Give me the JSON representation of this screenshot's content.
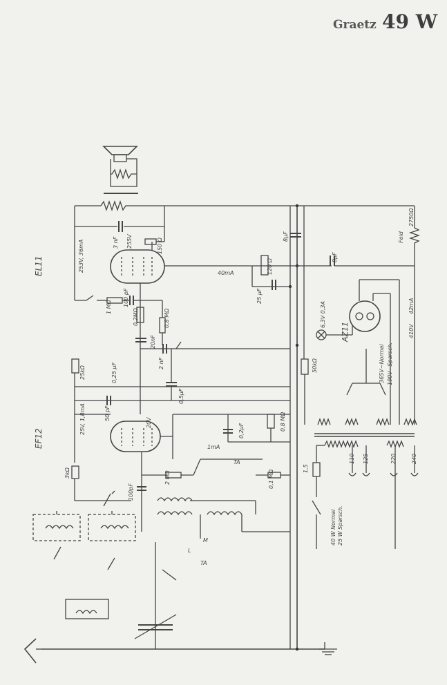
{
  "header": {
    "brand": "Graetz",
    "model": "49 W"
  },
  "tubes": {
    "output": "EL11",
    "preamp": "EF12",
    "rectifier": "AZ11"
  },
  "labels": {
    "el11_plate": "253V, 36mA",
    "el11_screen": "255V",
    "el11_cathode_r": "150 Ω",
    "el11_cap_3nF": "3 nF",
    "el11_grid_r": "1 MΩ",
    "el11_grid_c": "100 pF",
    "el11_40mA": "40mA",
    "r_0_2MO": "0,2MΩ",
    "r_0_8MO": "0,8 MΩ",
    "c_20nF": "20nF",
    "c_2nF": "2 nF",
    "r_25k": "25kΩ",
    "c_0_25": "0,25 μF",
    "c_0_5": "0,5μF",
    "r_120": "120 Ω",
    "c_25": "25 μF",
    "c_8uF_a": "8μF",
    "c_8uF_b": "8μF",
    "feld": "Feld",
    "r_2750": "2750Ω",
    "i_42mA": "42mA",
    "v_410": "410V",
    "az_lamp": "6,3V 0,3A",
    "r_50k": "50kΩ",
    "tr_365": "365V~Normal",
    "tr_190": "190V~Sparsch.",
    "ef12_plate": "25V, 1,8mA",
    "ef12_20V": "20V",
    "c_50pF": "50 pF",
    "c_0_2": "0,2μF",
    "r_0_8_2": "0,8 MΩ",
    "i_1mA": "1mA",
    "ef12_cath": "3kΩ",
    "r_2MO": "2 MΩ",
    "c_100pF": "100pF",
    "ta_1": "TA",
    "r_0_1": "0,1 MΩ",
    "fuse": "1,5",
    "v_110": "110",
    "v_125": "125",
    "v_220": "220",
    "v_240": "240",
    "power_normal": "40 W Normal",
    "power_spar": "25 W Sparsch.",
    "sw_M": "M",
    "sw_L": "L",
    "sw_TA": "TA"
  }
}
